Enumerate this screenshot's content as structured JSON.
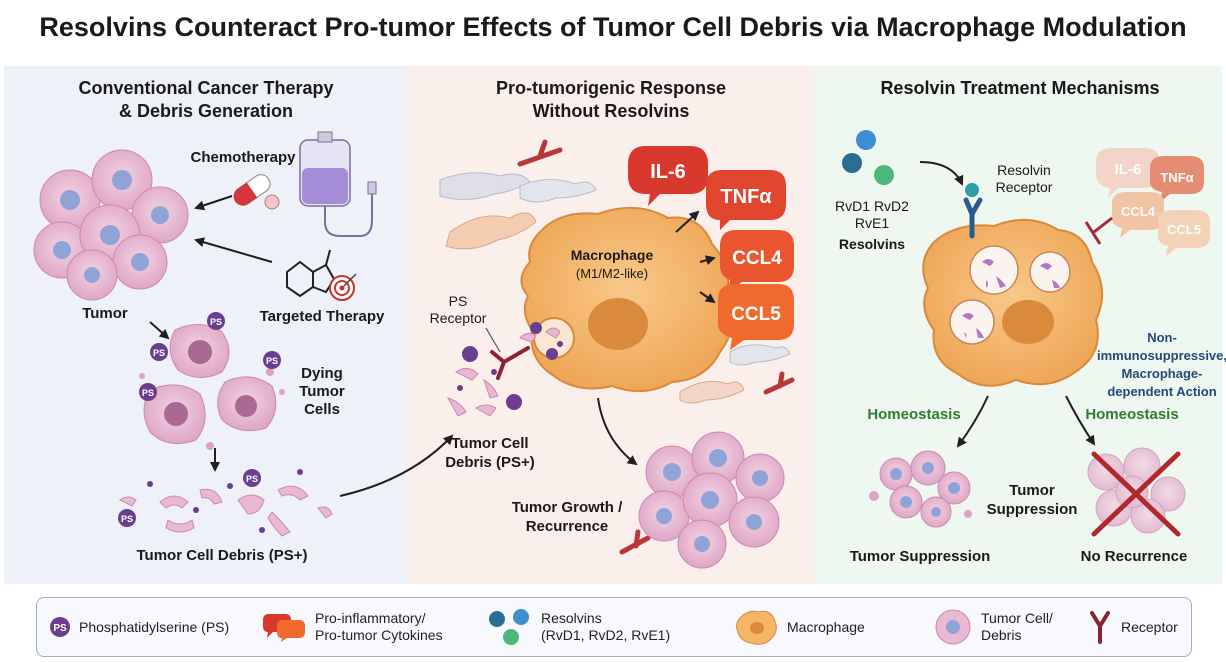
{
  "title": "Resolvins Counteract Pro-tumor Effects of Tumor Cell Debris via Macrophage Modulation",
  "panels": {
    "left": {
      "heading_line1": "Conventional Cancer Therapy",
      "heading_line2": "& Debris Generation",
      "chemotherapy": "Chemotherapy",
      "targeted_therapy": "Targeted Therapy",
      "tumor": "Tumor",
      "dying_line1": "Dying",
      "dying_line2": "Tumor",
      "dying_line3": "Cells",
      "debris": "Tumor Cell Debris (PS+)",
      "ps_badge": "PS"
    },
    "middle": {
      "heading_line1": "Pro-tumorigenic Response",
      "heading_line2": "Without Resolvins",
      "macrophage": "Macrophage",
      "macrophage_type": "(M1/M2-like)",
      "ps_receptor_line1": "PS",
      "ps_receptor_line2": "Receptor",
      "debris_line1": "Tumor Cell",
      "debris_line2": "Debris (PS+)",
      "growth_line1": "Tumor Growth /",
      "growth_line2": "Recurrence",
      "cytokines": [
        "IL-6",
        "TNFα",
        "CCL4",
        "CCL5"
      ]
    },
    "right": {
      "heading": "Resolvin Treatment Mechanisms",
      "resolvin_line1": "RvD1 RvD2",
      "resolvin_line2": "RvE1",
      "resolvins": "Resolvins",
      "receptor_line1": "Resolvin",
      "receptor_line2": "Receptor",
      "cytokines": [
        "IL-6",
        "TNFα",
        "CCL4",
        "CCL5"
      ],
      "action_line1": "Non-",
      "action_line2": "immunosuppressive,",
      "action_line3": "Macrophage-",
      "action_line4": "dependent Action",
      "homeostasis_left": "Homeostasis",
      "homeostasis_right": "Homeostasis",
      "tumor_suppression_mid_line1": "Tumor",
      "tumor_suppression_mid_line2": "Suppression",
      "tumor_suppression": "Tumor Suppression",
      "no_recurrence": "No Recurrence"
    }
  },
  "legend": {
    "ps_badge": "PS",
    "ps": "Phosphatidylserine (PS)",
    "cytokines_line1": "Pro-inflammatory/",
    "cytokines_line2": "Pro-tumor Cytokines",
    "resolvins_line1": "Resolvins",
    "resolvins_line2": "(RvD1, RvD2, RvE1)",
    "macrophage": "Macrophage",
    "tumor_cell_line1": "Tumor Cell/",
    "tumor_cell_line2": "Debris",
    "receptor": "Receptor"
  },
  "colors": {
    "left_bg": "#eef1f8",
    "middle_bg": "#fbefec",
    "right_bg": "#eef7f0",
    "cytokine_red": "#d9382c",
    "cytokine_orange": "#ef6a2c",
    "macrophage": "#f4b566",
    "tumor_cell": "#e9b8d4",
    "nucleus": "#8fa3d6",
    "ps_purple": "#6b3e8f",
    "homeostasis_green": "#2e7d32",
    "receptor": "#8a2433"
  }
}
